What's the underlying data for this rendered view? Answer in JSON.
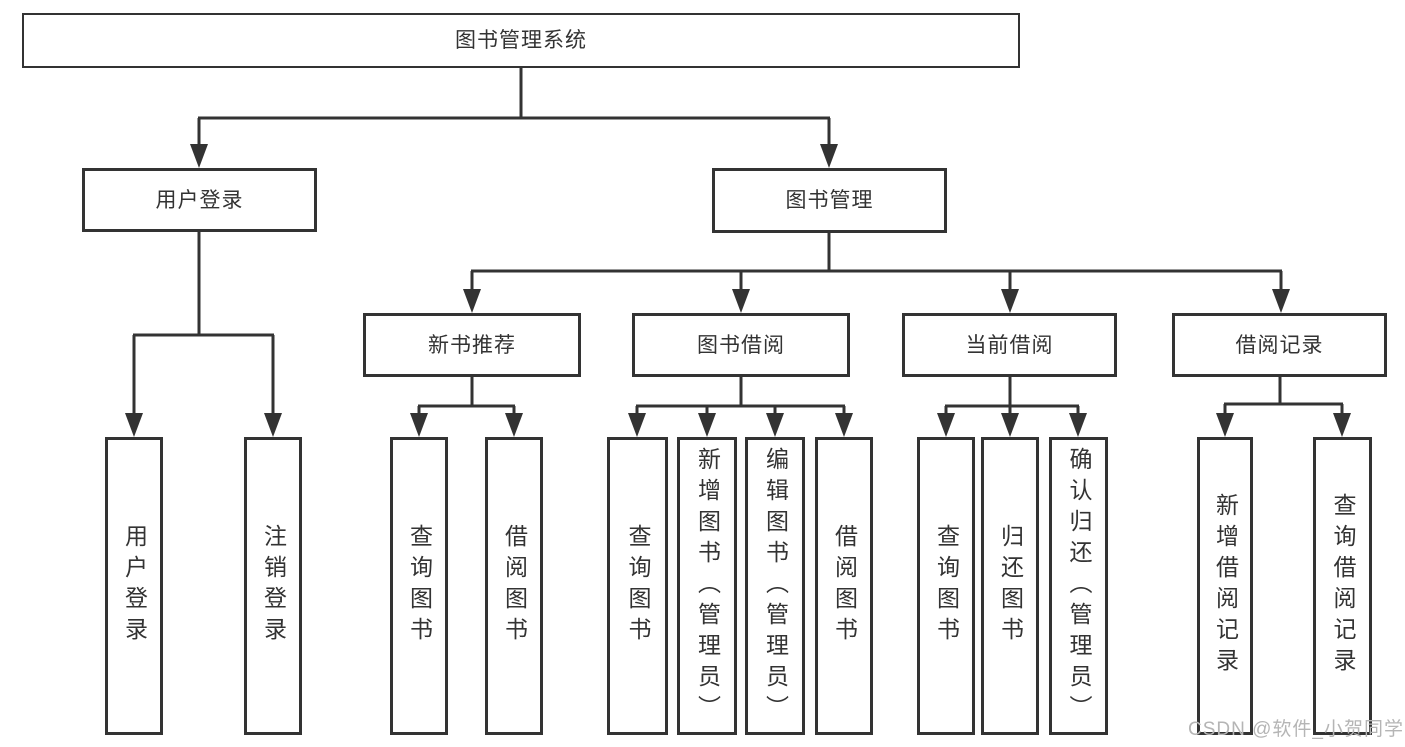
{
  "tree": {
    "root": "图书管理系统",
    "user_login": {
      "label": "用户登录",
      "children": [
        "用户登录",
        "注销登录"
      ]
    },
    "book_mgmt": {
      "label": "图书管理",
      "modules": [
        {
          "label": "新书推荐",
          "children": [
            "查询图书",
            "借阅图书"
          ]
        },
        {
          "label": "图书借阅",
          "children": [
            "查询图书",
            "新增图书（管理员）",
            "编辑图书（管理员）",
            "借阅图书"
          ]
        },
        {
          "label": "当前借阅",
          "children": [
            "查询图书",
            "归还图书",
            "确认归还（管理员）"
          ]
        },
        {
          "label": "借阅记录",
          "children": [
            "新增借阅记录",
            "查询借阅记录"
          ]
        }
      ]
    }
  },
  "watermark": {
    "text": "CSDN @软件_小贺同学"
  },
  "colors": {
    "line": "#333333",
    "text": "#333333",
    "background": "#ffffff",
    "watermark": "#b5b5b5"
  }
}
